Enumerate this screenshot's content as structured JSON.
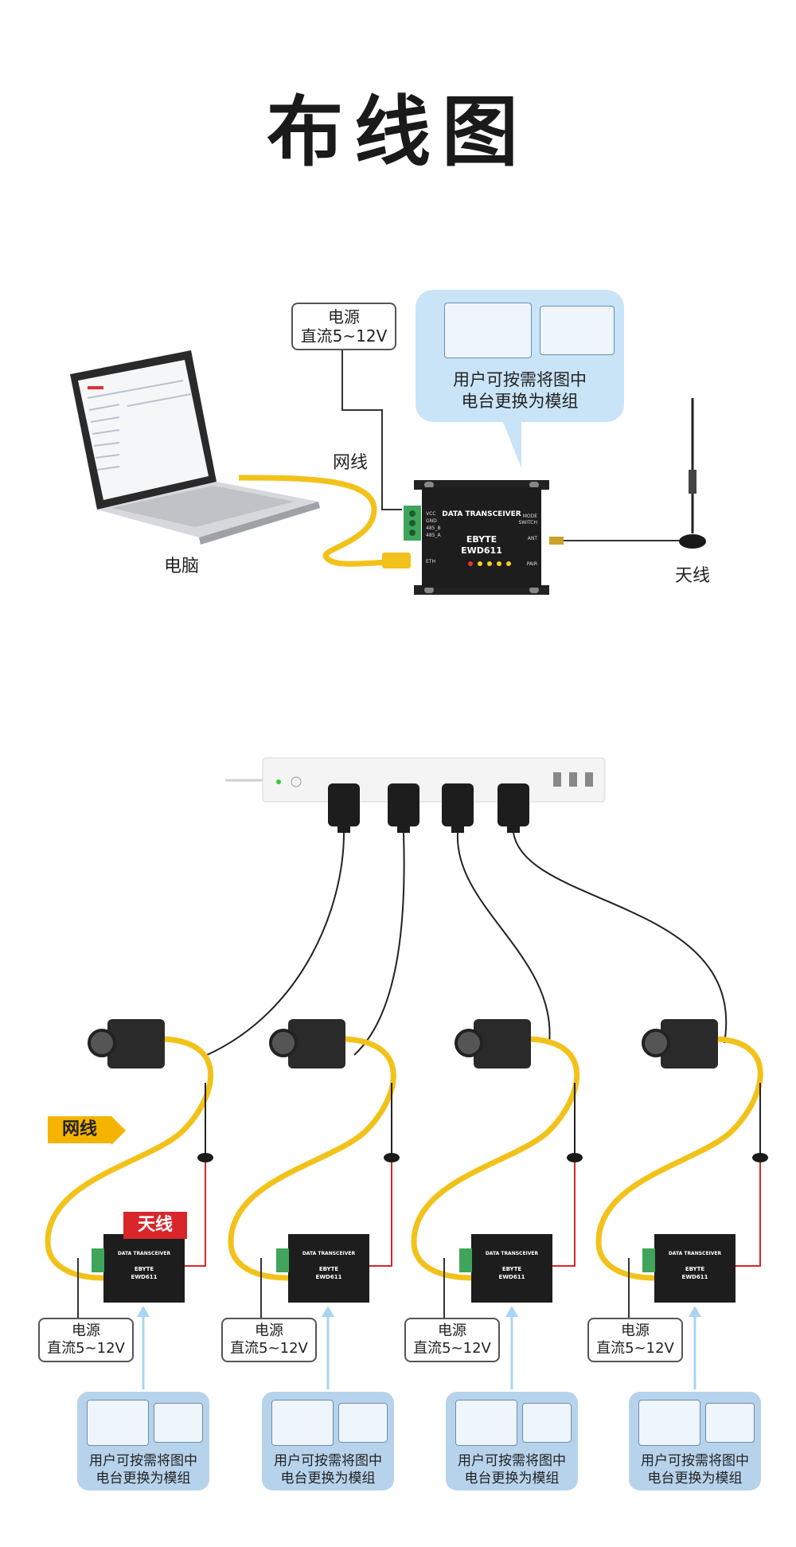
{
  "title": "布线图",
  "top": {
    "power_title": "电源",
    "power_sub": "直流5~12V",
    "cable_label": "网线",
    "computer_label": "电脑",
    "antenna_label": "天线",
    "bubble_line1": "用户可按需将图中",
    "bubble_line2": "电台更换为模组",
    "device_brand": "EBYTE",
    "device_model": "EWD611",
    "device_header": "DATA TRANSCEIVER",
    "port_labels": [
      "VCC",
      "GND",
      "485_B",
      "485_A",
      "ETH"
    ],
    "port_right": [
      "MODE",
      "SWITCH",
      "ANT",
      "PAIR"
    ]
  },
  "bottom": {
    "cable_tag": "网线",
    "antenna_tag": "天线",
    "units": [
      {
        "power_title": "电源",
        "power_sub": "直流5~12V",
        "line1": "用户可按需将图中",
        "line2": "电台更换为模组"
      },
      {
        "power_title": "电源",
        "power_sub": "直流5~12V",
        "line1": "用户可按需将图中",
        "line2": "电台更换为模组"
      },
      {
        "power_title": "电源",
        "power_sub": "直流5~12V",
        "line1": "用户可按需将图中",
        "line2": "电台更换为模组"
      },
      {
        "power_title": "电源",
        "power_sub": "直流5~12V",
        "line1": "用户可按需将图中",
        "line2": "电台更换为模组"
      }
    ]
  },
  "colors": {
    "cable": "#f2c21b",
    "bubble": "#c9e4f7",
    "arrow": "#a9d4f2",
    "device": "#1d1d1d",
    "antenna_tag": "#d9262b",
    "cable_tag": "#f5b400"
  }
}
